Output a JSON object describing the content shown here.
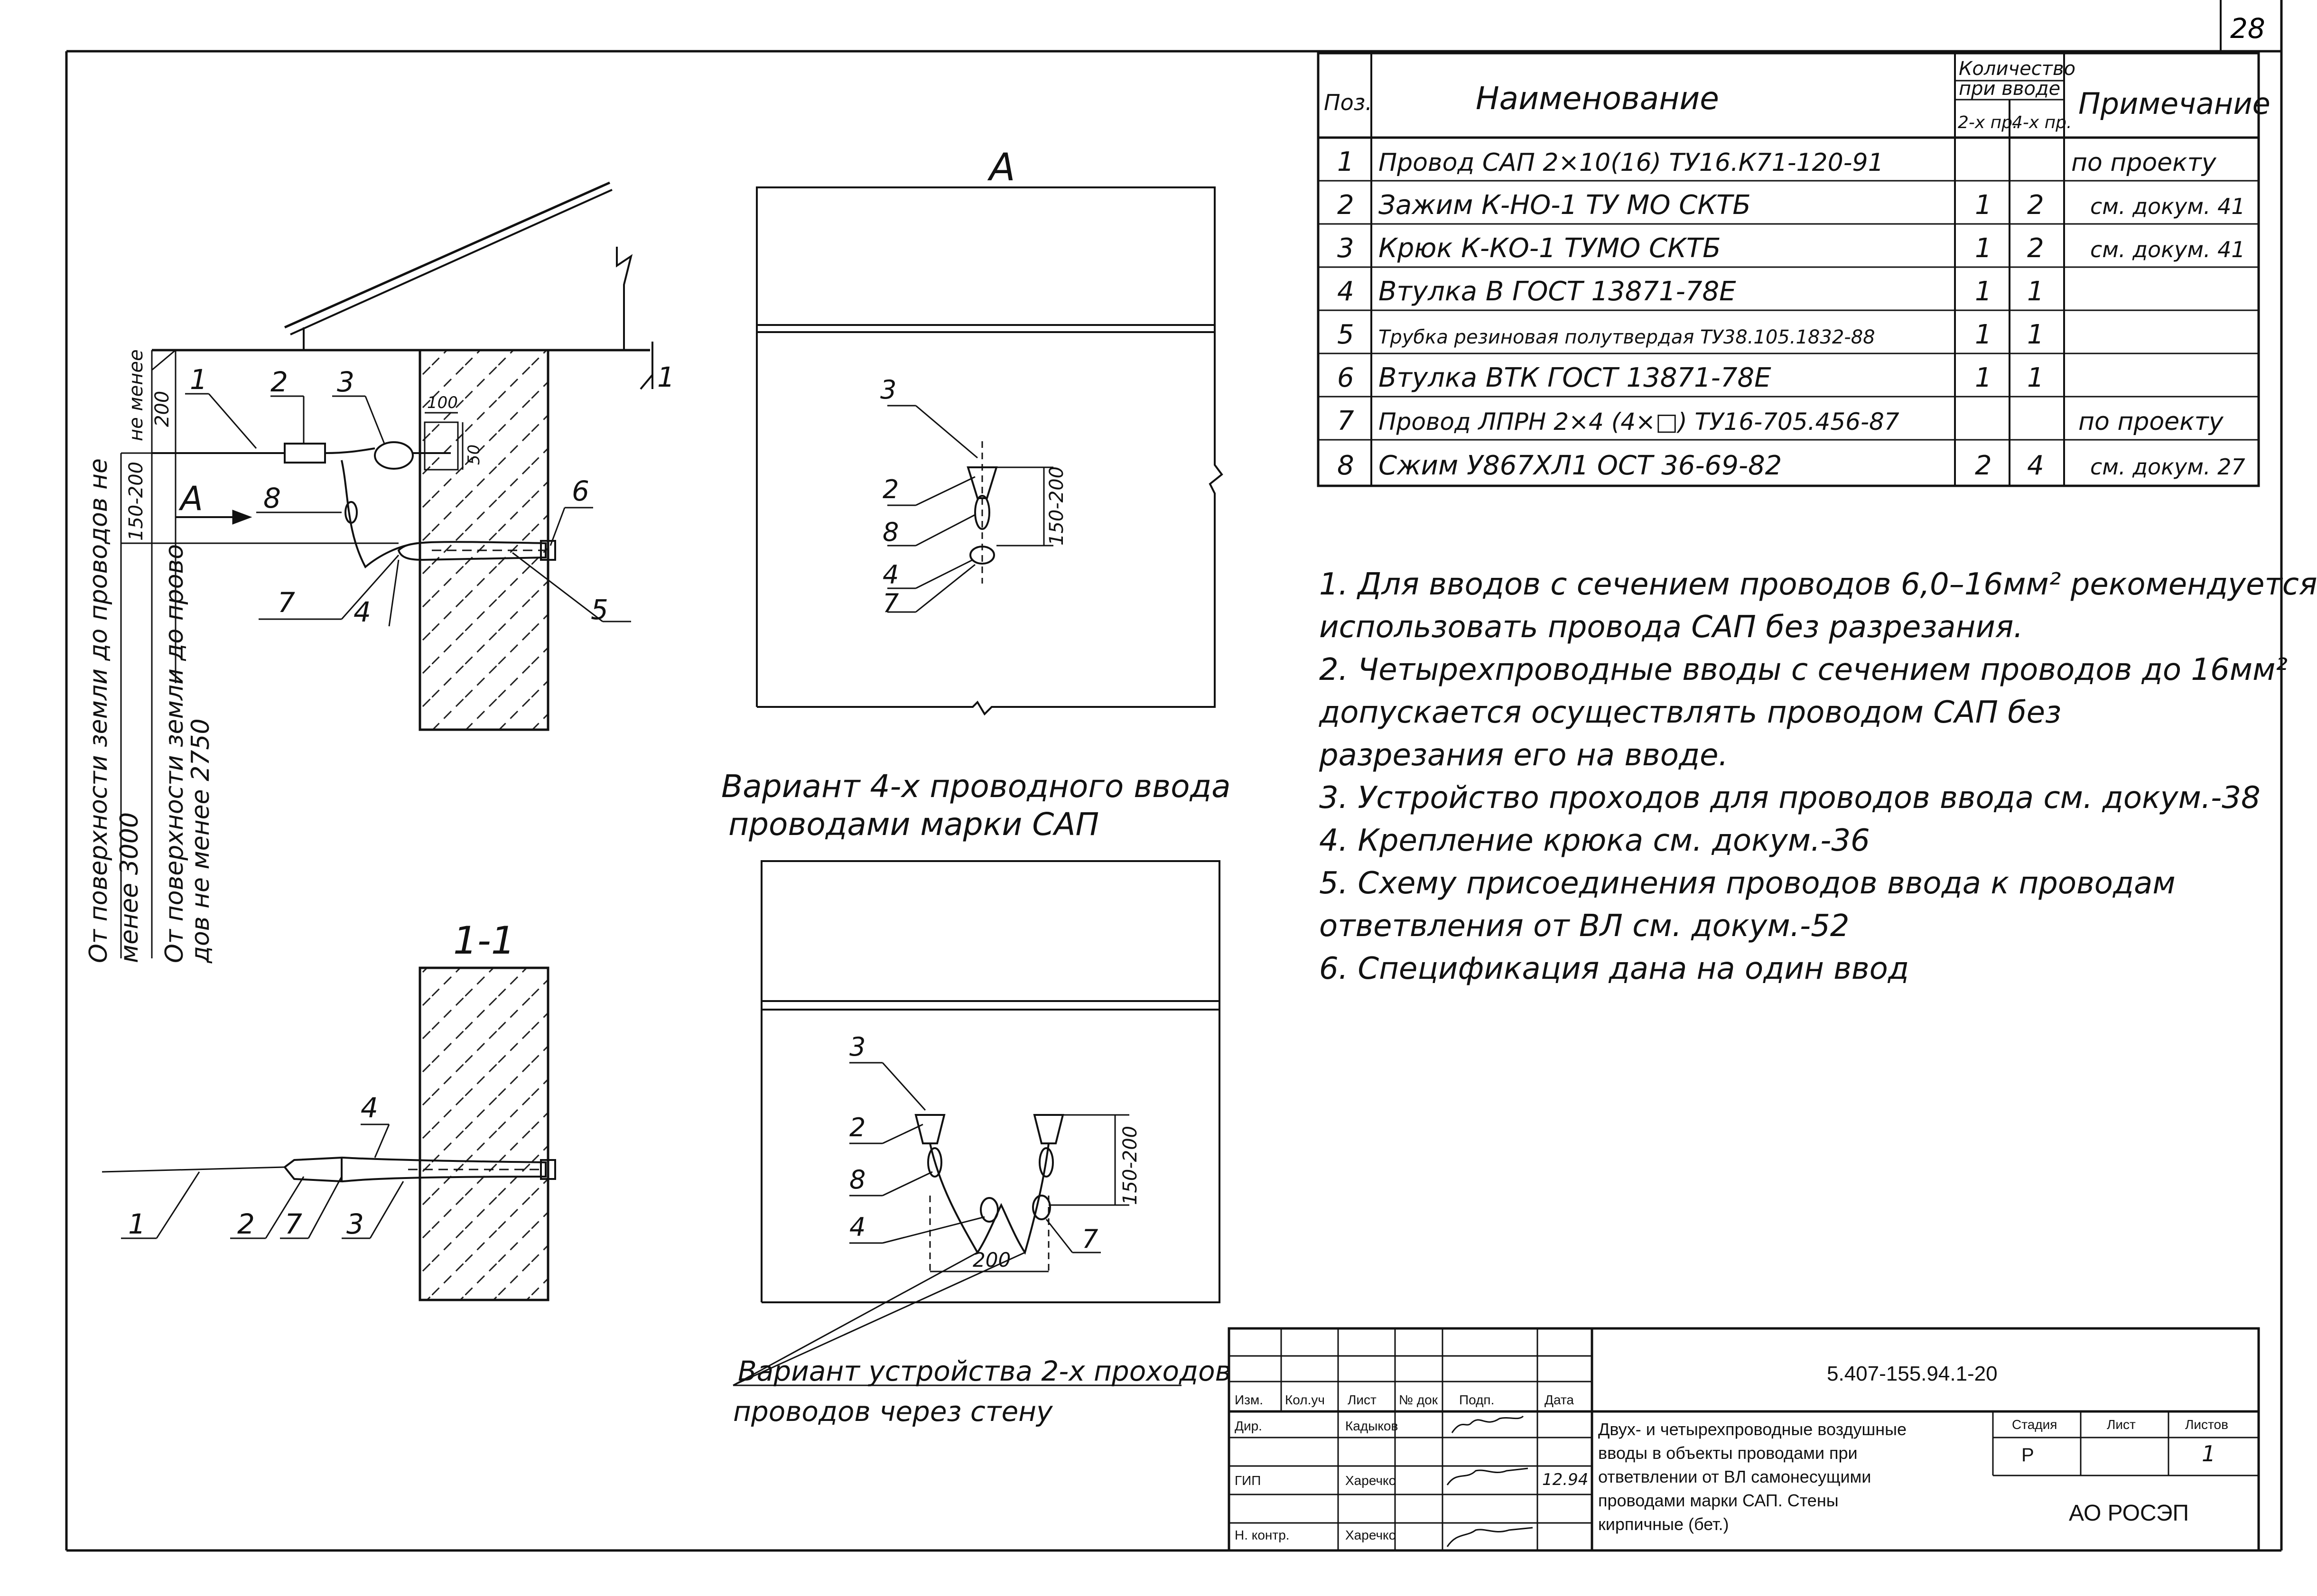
{
  "sheet_number": "28",
  "spec_table": {
    "headers": {
      "pos": "Поз.",
      "name": "Наименование",
      "qty_group": "Количество\nпри вводе",
      "qty_line1": "Количество",
      "qty_line2": "при вводе",
      "qty_2": "2-х пр.",
      "qty_4": "4-х пр.",
      "note": "Примечание"
    },
    "rows": [
      {
        "pos": "1",
        "name": "Провод САП 2×10(16) ТУ16.К71-120-91",
        "q2": "",
        "q4": "",
        "note": "по проекту"
      },
      {
        "pos": "2",
        "name": "Зажим К-НО-1 ТУ МО СКТБ",
        "q2": "1",
        "q4": "2",
        "note": "см. докум. 41"
      },
      {
        "pos": "3",
        "name": "Крюк К-КО-1 ТУМО СКТБ",
        "q2": "1",
        "q4": "2",
        "note": "см. докум. 41"
      },
      {
        "pos": "4",
        "name": "Втулка В ГОСТ 13871-78Е",
        "q2": "1",
        "q4": "1",
        "note": ""
      },
      {
        "pos": "5",
        "name": "Трубка резиновая полутвердая ТУ38.105.1832-88",
        "q2": "1",
        "q4": "1",
        "note": ""
      },
      {
        "pos": "6",
        "name": "Втулка ВТК ГОСТ 13871-78Е",
        "q2": "1",
        "q4": "1",
        "note": ""
      },
      {
        "pos": "7",
        "name": "Провод ЛПРН 2×4 (4×□) ТУ16-705.456-87",
        "q2": "",
        "q4": "",
        "note": "по проекту"
      },
      {
        "pos": "8",
        "name": "Сжим У867ХЛ1 ОСТ 36-69-82",
        "q2": "2",
        "q4": "4",
        "note": "см. докум. 27"
      }
    ]
  },
  "notes": [
    "1. Для вводов с сечением проводов 6,0–16мм² рекомендуется",
    "использовать провода САП без разрезания.",
    "2. Четырехпроводные вводы с сечением проводов до 16мм²",
    "допускается осуществлять проводом САП без",
    "разрезания его на вводе.",
    "3. Устройство проходов для проводов ввода см. докум.-38",
    "4. Крепление крюка см. докум.-36",
    "5. Схему присоединения проводов ввода к проводам",
    "ответвления от ВЛ см. докум.-52",
    "6. Спецификация дана на один ввод"
  ],
  "drawing_labels": {
    "view_a": "А",
    "section_1_1": "1-1",
    "section_mark": "1",
    "arrow_a": "А",
    "caption_4wire_line1": "Вариант 4-х проводного ввода",
    "caption_4wire_line2": "проводами марки САП",
    "caption_2pass_line1": "Вариант устройства 2-х проходов",
    "caption_2pass_line2": "проводов через стену",
    "vertical_text_1_line1": "От поверхности земли до проводов не",
    "vertical_text_1_line2": "менее 3000",
    "vertical_text_2_line1": "От поверхности земли до прово",
    "vertical_text_2_line2": "дов не менее 2750",
    "dim_not_less": "не менее",
    "dim_200": "200",
    "dim_150_200": "150-200",
    "dim_100": "100",
    "dim_50": "50",
    "callouts": [
      "1",
      "2",
      "3",
      "4",
      "5",
      "6",
      "7",
      "8"
    ]
  },
  "title_block": {
    "doc_code": "5.407-155.94.1-20",
    "title_lines": [
      "Двух- и четырехпроводные воздушные",
      "вводы в объекты проводами при",
      "ответвлении от ВЛ самонесущими",
      "проводами марки САП. Стены",
      "кирпичные (бет.)"
    ],
    "col_headers": [
      "Изм.",
      "Кол.уч",
      "Лист",
      "№ док",
      "Подп.",
      "Дата"
    ],
    "roles": [
      {
        "role": "Дир.",
        "name": "Кадыков",
        "date": ""
      },
      {
        "role": "ГИП",
        "name": "Харечко",
        "date": "12.94"
      },
      {
        "role": "Н. контр.",
        "name": "Харечко",
        "date": ""
      }
    ],
    "stage_label": "Стадия",
    "sheet_label": "Лист",
    "sheets_label": "Листов",
    "stage_value": "Р",
    "sheet_value": "",
    "sheets_value": "1",
    "organization": "АО РОСЭП"
  }
}
